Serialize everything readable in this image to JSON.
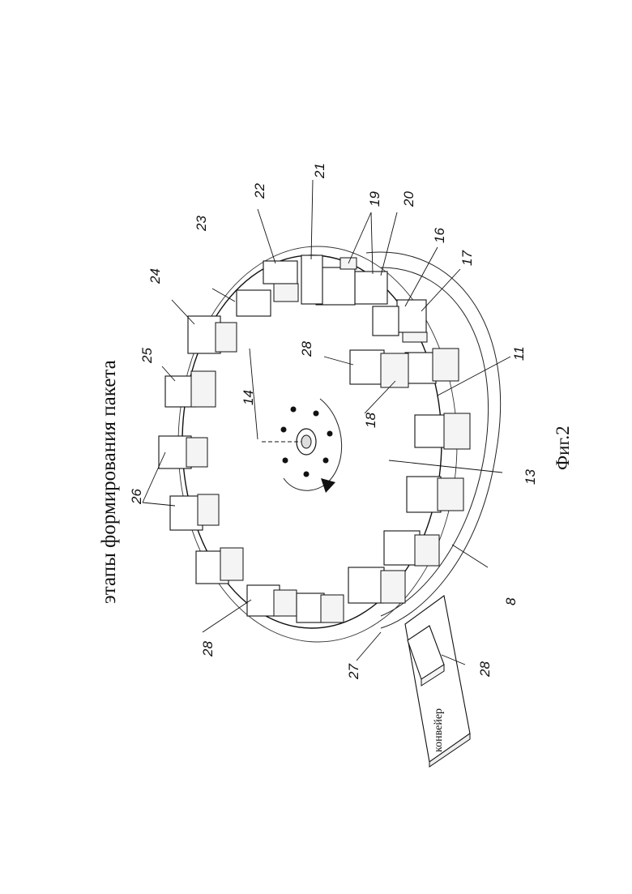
{
  "title": "этапы формирования пакета",
  "figure": "Фиг.2",
  "conveyor": "конвейер",
  "labels": {
    "l8": "8",
    "l11": "11",
    "l13": "13",
    "l14": "14",
    "l16": "16",
    "l17": "17",
    "l18": "18",
    "l19": "19",
    "l20": "20",
    "l21": "21",
    "l22": "22",
    "l23": "23",
    "l24": "24",
    "l25": "25",
    "l26": "26",
    "l27": "27",
    "l28a": "28",
    "l28b": "28",
    "l28c": "28"
  }
}
